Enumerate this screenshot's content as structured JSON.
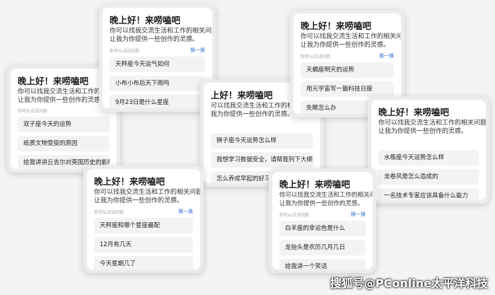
{
  "cards": [
    {
      "title": "晚上好！来唠嗑吧",
      "desc1": "你可以找我交流生活和工作的相关问题,",
      "desc2": "让我为你提供一些创作的灵感。",
      "hint": "你可以试试问我",
      "refresh": "",
      "items": [
        "双子座今天的运势",
        "纸质文物受损的原因",
        "给我讲讲丘吉尔对英国历史的影响"
      ]
    },
    {
      "title": "晚上好！来唠嗑吧",
      "desc1": "你可以找我交流生活和工作的相关问题,",
      "desc2": "让我为你提供一些创作的灵感。",
      "hint": "你可以试试问我",
      "refresh": "换一换",
      "items": [
        "天秤座今天运气如何",
        "小布小布后天下雨吗",
        "9月23日是什么星座"
      ]
    },
    {
      "title": "上好！来唠嗑吧",
      "desc1": "可以找我交流生活和工作的相关问题,",
      "desc2": "我为你提供一些创作的灵感。",
      "hint": "",
      "refresh": "",
      "items": [
        "狮子座今天运势怎么样",
        "我想学习数据安全，请帮我列下大纲",
        "怎么养成早起的好习惯"
      ]
    },
    {
      "title": "晚上好！来唠嗑吧",
      "desc1": "你可以找我交流生活和工作的相关问题,",
      "desc2": "让我为你提供一些创作的灵感。",
      "hint": "你可以试试问我",
      "refresh": "换一换",
      "items": [
        "天蝎座明天的运势",
        "用元宇宙写一篇科技日报",
        "失眠怎么办"
      ]
    },
    {
      "title": "晚上好！来唠嗑吧",
      "desc1": "你可以找我交流生活和工作的相关问题,",
      "desc2": "让我为你提供一些创作的灵感。",
      "hint": "",
      "refresh": "",
      "items": [
        "水瓶座今天运势怎么样",
        "龙卷风是怎么造成的",
        "一名技术专家应该具备什么能力"
      ]
    },
    {
      "title": "晚上好！来唠嗑吧",
      "desc1": "你可以找我交流生活和工作的相关问题,",
      "desc2": "让我为你提供一些创作的灵感。",
      "hint": "你可以试试问我",
      "refresh": "换一换",
      "items": [
        "天秤座和哪个星座最配",
        "12月有几天",
        "今天星期几了"
      ]
    },
    {
      "title": "晚上好！来唠嗑吧",
      "desc1": "你可以找我交流生活和工作的相关问题,",
      "desc2": "让我为你提供一些创作的灵感。",
      "hint": "你可以试试问我",
      "refresh": "换一换",
      "items": [
        "白羊座的幸运色是什么",
        "龙抬头是农历几月几日",
        "给我讲一个笑话"
      ]
    }
  ],
  "watermark": "搜狐号@PConline太平洋科技"
}
